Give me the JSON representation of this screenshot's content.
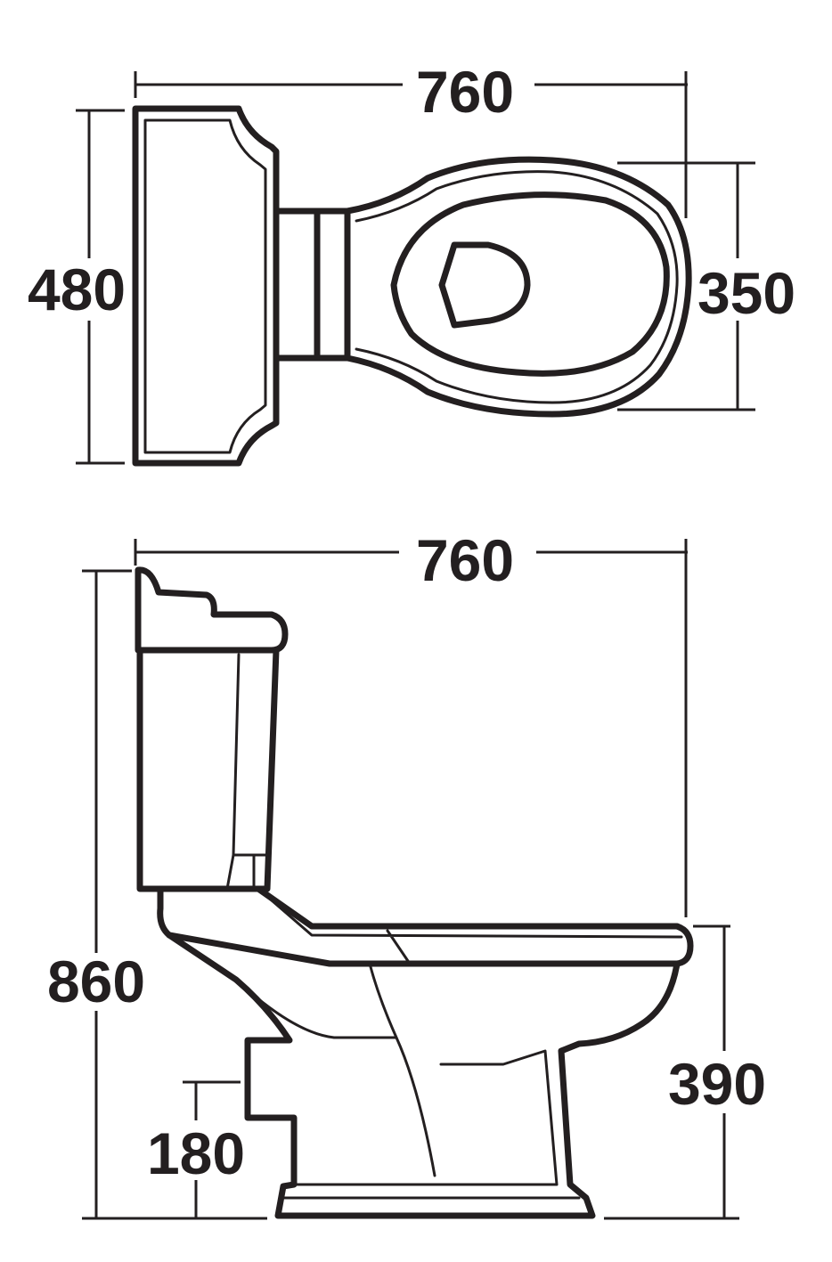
{
  "top_view": {
    "width_label": "760",
    "depth_label": "480",
    "bowl_width_label": "350"
  },
  "side_view": {
    "width_label": "760",
    "height_label": "860",
    "seat_height_label": "390",
    "outlet_height_label": "180"
  },
  "colors": {
    "line": "#231f20",
    "background": "#ffffff"
  }
}
